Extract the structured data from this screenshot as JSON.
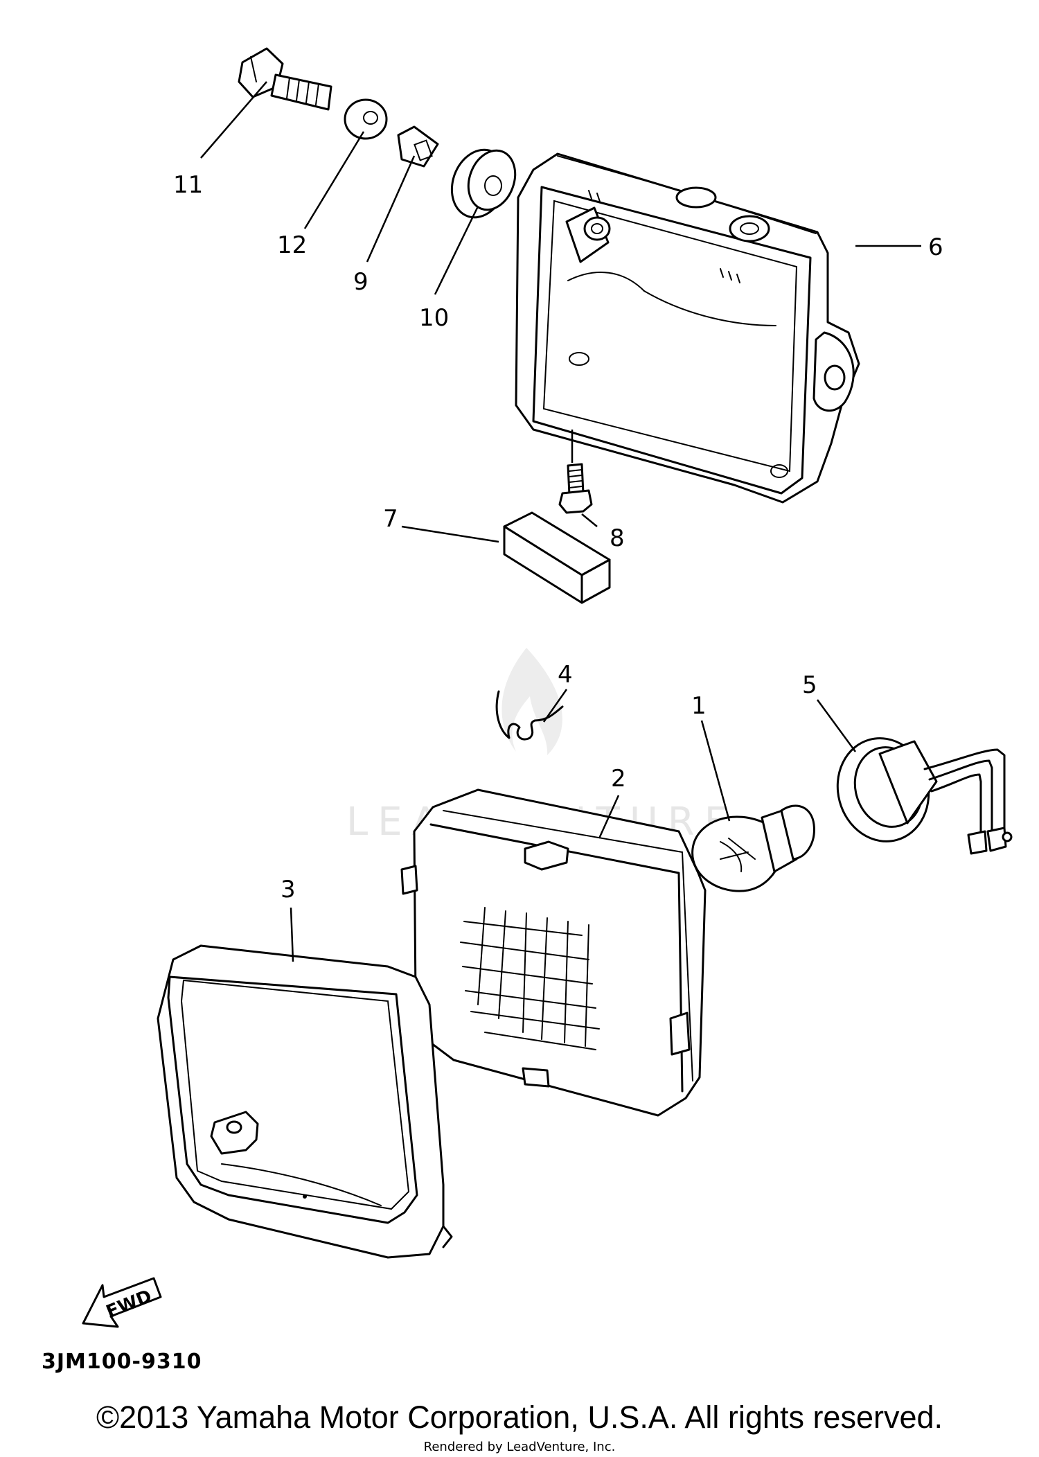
{
  "diagram": {
    "diagram_code": "3JM100-9310",
    "direction_label": "FWD",
    "watermark_text": "LEADVENTURE",
    "callouts": [
      {
        "id": "1",
        "label": "1"
      },
      {
        "id": "2",
        "label": "2"
      },
      {
        "id": "3",
        "label": "3"
      },
      {
        "id": "4",
        "label": "4"
      },
      {
        "id": "5",
        "label": "5"
      },
      {
        "id": "6",
        "label": "6"
      },
      {
        "id": "7",
        "label": "7"
      },
      {
        "id": "8",
        "label": "8"
      },
      {
        "id": "9",
        "label": "9"
      },
      {
        "id": "10",
        "label": "10"
      },
      {
        "id": "11",
        "label": "11"
      },
      {
        "id": "12",
        "label": "12"
      }
    ]
  },
  "footer": {
    "copyright": "©2013 Yamaha Motor Corporation, U.S.A. All rights reserved.",
    "rendered_by": "Rendered by LeadVenture, Inc."
  }
}
